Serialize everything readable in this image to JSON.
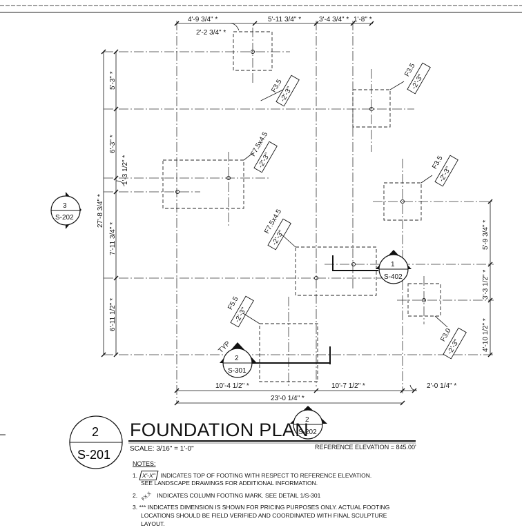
{
  "drawing": {
    "title": "FOUNDATION PLAN",
    "scale": "SCALE: 3/16\" = 1'-0\"",
    "reference_elevation": "REFERENCE ELEVATION = 845.00'",
    "sheet_bubble": {
      "number": "2",
      "sheet": "S-201"
    }
  },
  "notes": {
    "heading": "NOTES:",
    "n1_num": "1.",
    "n1_tag": "X'-X\"",
    "n1_text": "INDICATES TOP OF FOOTING WITH RESPECT TO REFERENCE ELEVATION.",
    "n1_text2": "SEE LANDSCAPE DRAWINGS FOR ADDITIONAL INFORMATION.",
    "n2_num": "2.",
    "n2_tag": "FX.X",
    "n2_text": "INDICATES COLUMN FOOTING MARK. SEE DETAIL 1/S-301",
    "n3_num": "3.",
    "n3_text": "*** INDICATES DIMENSION IS SHOWN FOR PRICING PURPOSES ONLY. ACTUAL FOOTING",
    "n3_text2": "LOCATIONS SHOULD  BE FIELD VERIFIED AND COORDINATED WITH FINAL SCULPTURE",
    "n3_text3": "LAYOUT."
  },
  "top_dims": [
    "4'-9 3/4\" *",
    "5'-11 3/4\" *",
    "3'-4 3/4\" *",
    "1'-8\" *",
    "2'-2 3/4\" *"
  ],
  "left_dims": [
    "5'-3\" *",
    "6'-3\" *",
    "1'-3 1/2\" *",
    "27'-8 3/4\" *",
    "7'-11 3/4\" *",
    "6'-11 1/2\" *"
  ],
  "right_dims": [
    "5'-9 3/4\" *",
    "3'-3 1/2\" *",
    "4'-10 1/2\" *"
  ],
  "bottom_dims": [
    "10'-4 1/2\" *",
    "10'-7 1/2\" *",
    "23'-0 1/4\" *",
    "2'-0 1/4\" *"
  ],
  "footings": [
    {
      "mark": "F3.5",
      "tos": "-2'-3\""
    },
    {
      "mark": "F3.5",
      "tos": "-2'-3\""
    },
    {
      "mark": "F7.5x4.5",
      "tos": "-2'-3\""
    },
    {
      "mark": "F3.5",
      "tos": "-2'-3\""
    },
    {
      "mark": "F7.5x4.5",
      "tos": "-2'-3\""
    },
    {
      "mark": "F5.5",
      "tos": "-2'-3\""
    },
    {
      "mark": "F3.0",
      "tos": "-2'-3\""
    }
  ],
  "section_bubbles": [
    {
      "number": "3",
      "sheet": "S-202"
    },
    {
      "number": "1",
      "sheet": "S-402"
    },
    {
      "number": "2",
      "sheet": "S-301",
      "label": "TYP"
    },
    {
      "number": "2",
      "sheet": "S-202"
    }
  ]
}
